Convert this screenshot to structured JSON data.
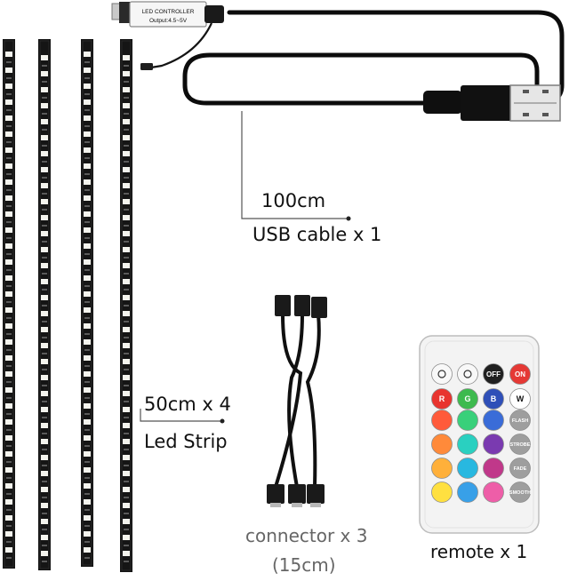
{
  "labels": {
    "usb_length": "100cm",
    "usb_cable": "USB cable x 1",
    "strip_length": "50cm x 4",
    "strip_name": "Led Strip",
    "connector": "connector x 3",
    "connector_length": "(15cm)",
    "remote": "remote x 1"
  },
  "controller": {
    "title": "LED CONTROLLER",
    "spec": "Output:4.5~5V"
  },
  "remote_buttons": {
    "off": "OFF",
    "on": "ON",
    "r": "R",
    "g": "G",
    "b": "B",
    "w": "W",
    "flash": "FLASH",
    "strobe": "STROBE",
    "fade": "FADE",
    "smooth": "SMOOTH"
  },
  "colors": {
    "cable": "#0c0c0c",
    "strip": "#151515",
    "led": "#f4f4ee",
    "remote_body": "#f3f3f3",
    "btn_off": "#202020",
    "btn_on": "#e53935",
    "btn_red": "#e8342f",
    "btn_green": "#3dba4e",
    "btn_blue": "#2f4fb8",
    "btn_gray": "#9e9e9e"
  },
  "remote_grid": [
    [
      "#ff5a3a",
      "#39d07a",
      "#3a6cd8"
    ],
    [
      "#ff8a3a",
      "#2ad0c0",
      "#7a3ab0"
    ],
    [
      "#ffb03a",
      "#28b8e0",
      "#c0388a"
    ],
    [
      "#ffe040",
      "#38a0e8",
      "#ee5ea8"
    ]
  ]
}
